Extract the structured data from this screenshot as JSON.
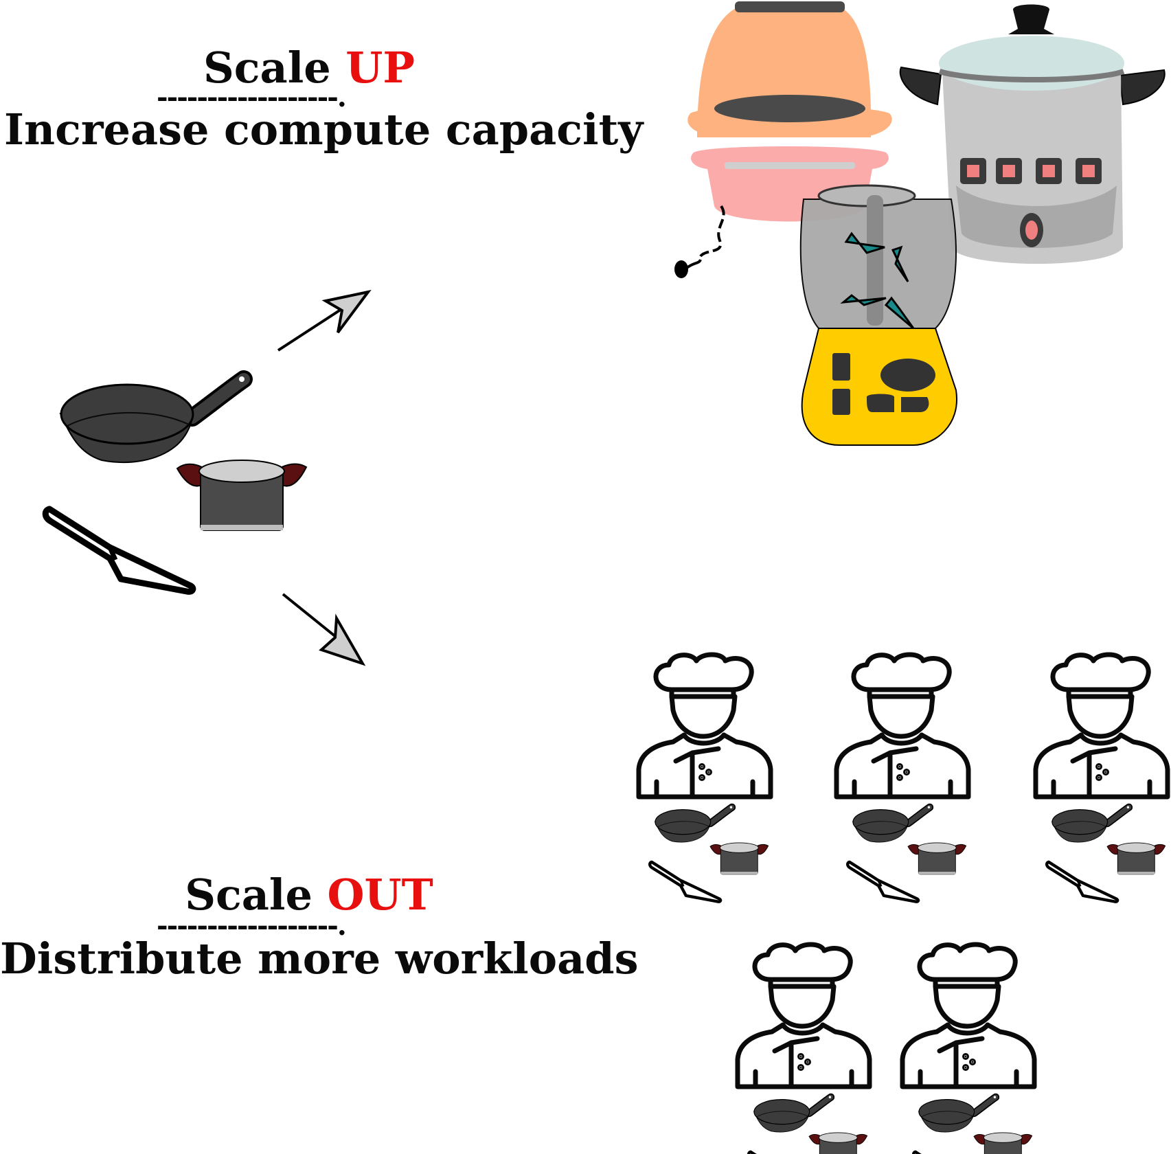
{
  "scale_up": {
    "word": "Scale",
    "emphasis": "UP",
    "separator": "------------------.",
    "subtitle": "Increase compute capacity"
  },
  "scale_out": {
    "word": "Scale",
    "emphasis": "OUT",
    "separator": "------------------.",
    "subtitle": "Distribute more workloads"
  },
  "colors": {
    "accent": "#e8100f",
    "text": "#0a0a0a",
    "cookware_dark": "#3c3c3c",
    "pot_lid": "#cfcfcf",
    "pot_handle": "#5a1010",
    "cooker_orange": "#fdb27f",
    "cooker_pink": "#fcabab",
    "pressure_body": "#c8c8c8",
    "pressure_lid": "#cfe3e1",
    "blender_base": "#ffcc00",
    "blender_blade": "#1a8a8a"
  },
  "icons": [
    "saucepan-icon",
    "pot-icon",
    "knife-icon",
    "rice-cooker-icon",
    "pressure-cooker-icon",
    "blender-icon",
    "chef-icon"
  ]
}
